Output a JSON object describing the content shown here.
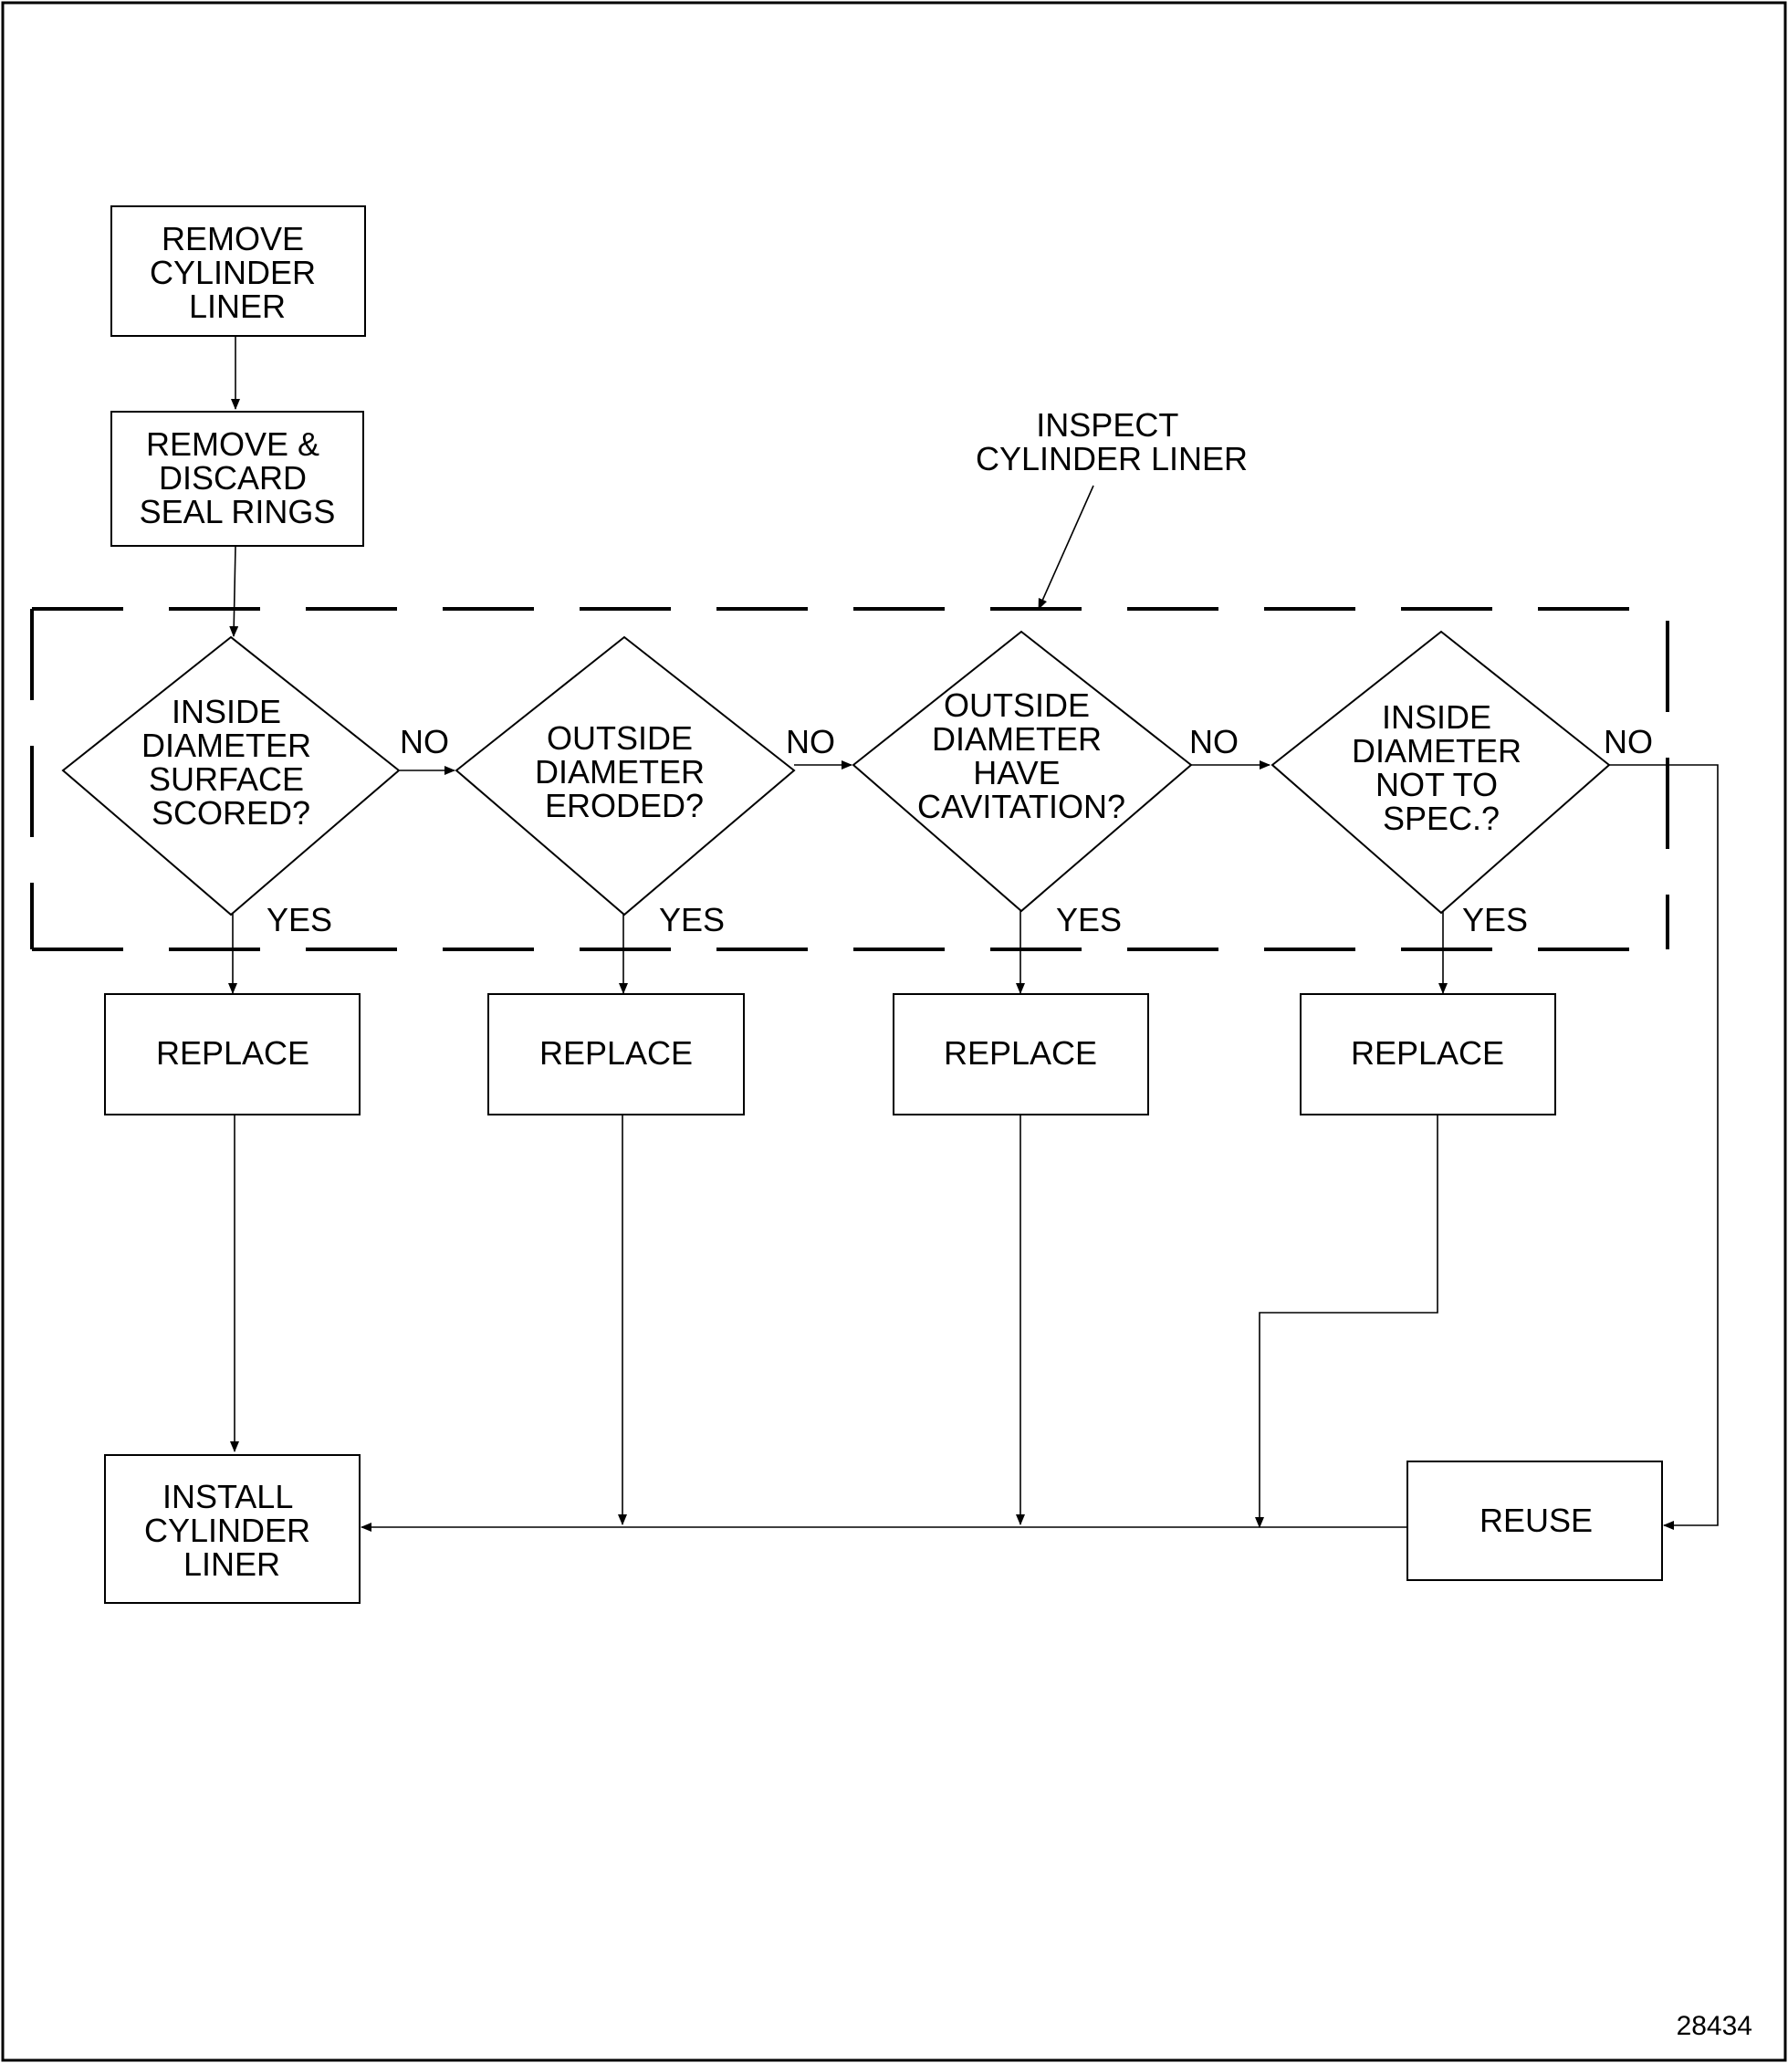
{
  "frame": {
    "region_label": [
      "INSPECT",
      "CYLINDER LINER"
    ],
    "figure_number": "28434"
  },
  "nodes": {
    "remove_liner": [
      "REMOVE",
      "CYLINDER",
      "LINER"
    ],
    "remove_seals": [
      "REMOVE &",
      "DISCARD",
      "SEAL RINGS"
    ],
    "q1": [
      "INSIDE",
      "DIAMETER",
      "SURFACE",
      "SCORED?"
    ],
    "q2": [
      "OUTSIDE",
      "DIAMETER",
      "ERODED?"
    ],
    "q3": [
      "OUTSIDE",
      "DIAMETER",
      "HAVE",
      "CAVITATION?"
    ],
    "q4": [
      "INSIDE",
      "DIAMETER",
      "NOT TO",
      "SPEC.?"
    ],
    "replace1": [
      "REPLACE"
    ],
    "replace2": [
      "REPLACE"
    ],
    "replace3": [
      "REPLACE"
    ],
    "replace4": [
      "REPLACE"
    ],
    "install": [
      "INSTALL",
      "CYLINDER",
      "LINER"
    ],
    "reuse": [
      "REUSE"
    ]
  },
  "edge_labels": {
    "no": "NO",
    "yes": "YES"
  }
}
